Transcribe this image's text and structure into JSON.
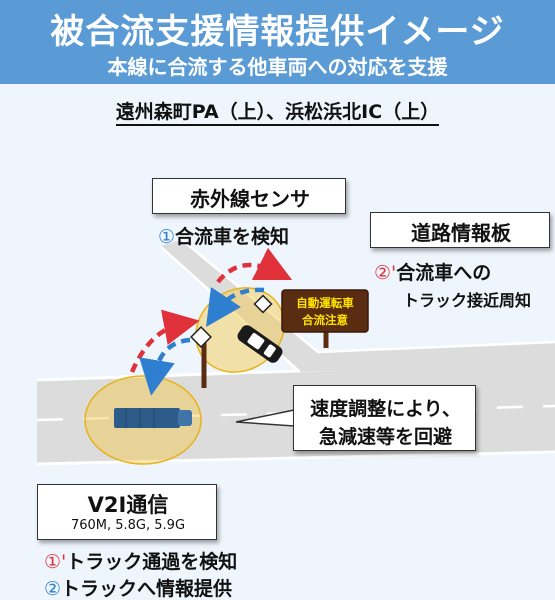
{
  "header": {
    "title": "被合流支援情報提供イメージ",
    "subtitle": "本線に合流する他車両への対応を支援"
  },
  "location": "遠州森町PA（上）、浜松浜北IC（上）",
  "sensor": {
    "title": "赤外線センサ",
    "step_num": "①",
    "step_text": "合流車を検知"
  },
  "road_board": {
    "title": "道路情報板",
    "step_num": "②'",
    "step_line1": "合流車への",
    "step_line2": "トラック接近周知"
  },
  "sign": {
    "line1": "自動運転車",
    "line2": "合流注意"
  },
  "note": {
    "line1": "速度調整により、",
    "line2": "急減速等を回避"
  },
  "v2i": {
    "title": "V2I通信",
    "bands": "760M, 5.8G, 5.9G",
    "steps": [
      {
        "num": "①'",
        "text": "トラック通過を検知"
      },
      {
        "num": "②",
        "text": "トラックへ情報提供"
      }
    ]
  },
  "colors": {
    "header": "#5b9bd5",
    "road": "#dcdcdc",
    "detection_zone": "#f5c842",
    "arrow_red": "#e0303a",
    "arrow_blue": "#2f7fd0",
    "sign_board": "#5a2d12",
    "sign_text": "#ffe400"
  }
}
